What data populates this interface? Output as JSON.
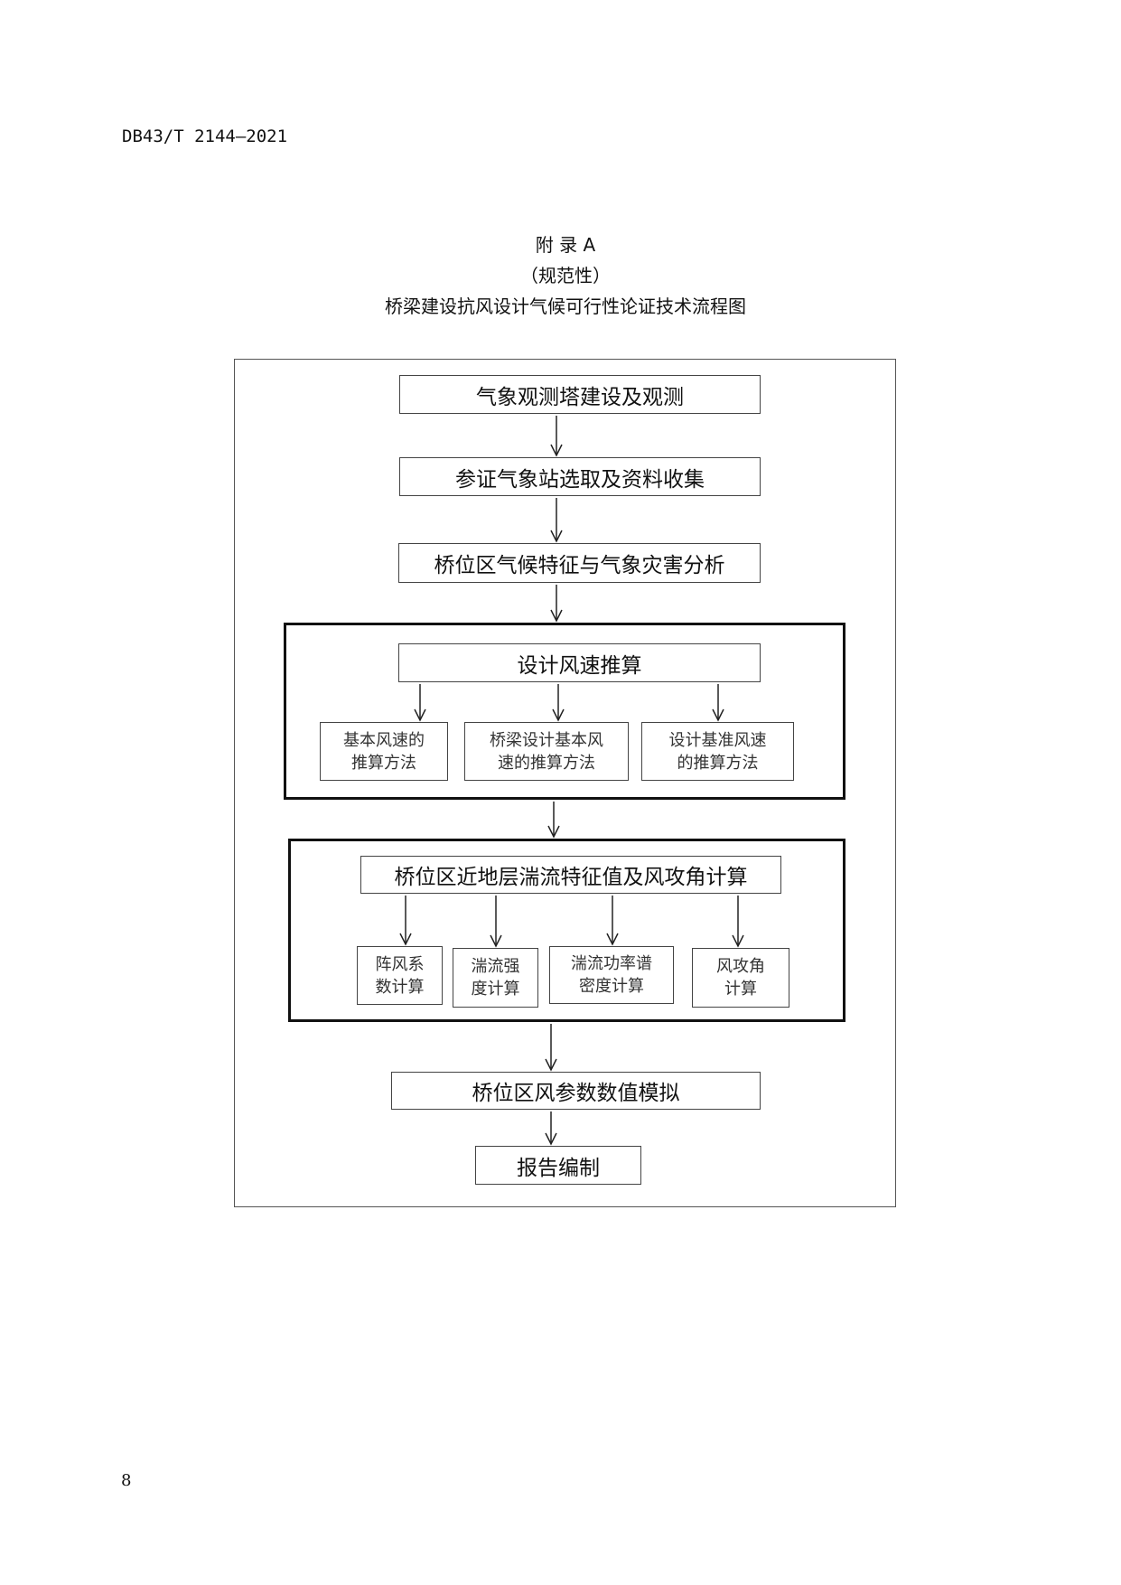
{
  "header": {
    "doc_code": "DB43/T 2144—2021"
  },
  "title": {
    "appendix": "附  录  A",
    "nature": "（规范性）",
    "name": "桥梁建设抗风设计气候可行性论证技术流程图"
  },
  "flow": {
    "step1": "气象观测塔建设及观测",
    "step2": "参证气象站选取及资料收集",
    "step3": "桥位区气候特征与气象灾害分析",
    "group1": {
      "title": "设计风速推算",
      "items": [
        [
          "基本风速的",
          "推算方法"
        ],
        [
          "桥梁设计基本风",
          "速的推算方法"
        ],
        [
          "设计基准风速",
          "的推算方法"
        ]
      ]
    },
    "group2": {
      "title": "桥位区近地层湍流特征值及风攻角计算",
      "items": [
        [
          "阵风系",
          "数计算"
        ],
        [
          "湍流强",
          "度计算"
        ],
        [
          "湍流功率谱",
          "密度计算"
        ],
        [
          "风攻角",
          "计算"
        ]
      ]
    },
    "step6": "桥位区风参数数值模拟",
    "step7": "报告编制"
  },
  "page_number": "8"
}
